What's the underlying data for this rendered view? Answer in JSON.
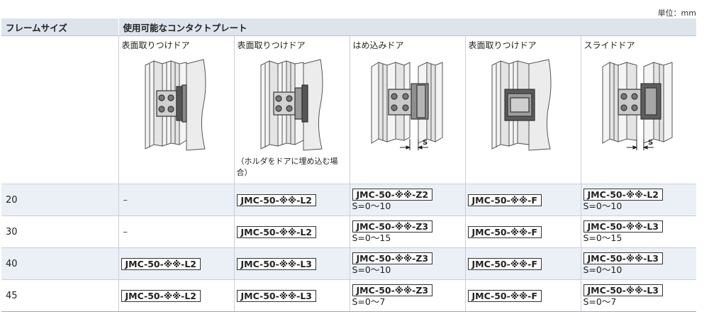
{
  "unit_label": "単位：mm",
  "header": {
    "frame_size": "フレームサイズ",
    "plates": "使用可能なコンタクトプレート"
  },
  "door_types": [
    {
      "title": "表面取りつけドア",
      "note": ""
    },
    {
      "title": "表面取りつけドア",
      "note": "（ホルダをドアに埋め込む場合）"
    },
    {
      "title": "はめ込みドア",
      "note": ""
    },
    {
      "title": "表面取りつけドア",
      "note": ""
    },
    {
      "title": "スライドドア",
      "note": ""
    }
  ],
  "dim_label": "S",
  "rows": [
    {
      "size": "20",
      "cells": [
        {
          "dash": "–"
        },
        {
          "part": "JMC-50-※※-L2"
        },
        {
          "part": "JMC-50-※※-Z2",
          "range": "S=0～10"
        },
        {
          "part": "JMC-50-※※-F"
        },
        {
          "part": "JMC-50-※※-L2",
          "range": "S=0～10"
        }
      ]
    },
    {
      "size": "30",
      "cells": [
        {
          "dash": "–"
        },
        {
          "part": "JMC-50-※※-L2"
        },
        {
          "part": "JMC-50-※※-Z3",
          "range": "S=0～15"
        },
        {
          "part": "JMC-50-※※-F"
        },
        {
          "part": "JMC-50-※※-L3",
          "range": "S=0～15"
        }
      ]
    },
    {
      "size": "40",
      "cells": [
        {
          "part": "JMC-50-※※-L2"
        },
        {
          "part": "JMC-50-※※-L3"
        },
        {
          "part": "JMC-50-※※-Z3",
          "range": "S=0～10"
        },
        {
          "part": "JMC-50-※※-F"
        },
        {
          "part": "JMC-50-※※-L3",
          "range": "S=0～10"
        }
      ]
    },
    {
      "size": "45",
      "cells": [
        {
          "part": "JMC-50-※※-L2"
        },
        {
          "part": "JMC-50-※※-L3"
        },
        {
          "part": "JMC-50-※※-Z3",
          "range": "S=0～7"
        },
        {
          "part": "JMC-50-※※-F"
        },
        {
          "part": "JMC-50-※※-L3",
          "range": "S=0～7"
        }
      ]
    }
  ]
}
